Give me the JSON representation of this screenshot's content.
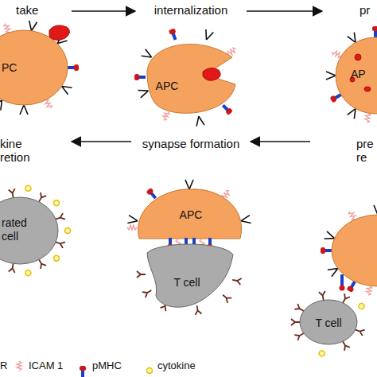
{
  "diagram": {
    "nodes": [
      {
        "text": [
          "take",
          "PC"
        ]
      },
      {
        "text": [
          "internalization",
          "APC"
        ]
      },
      {
        "text": [
          "pr",
          "AP"
        ]
      },
      {
        "text": [
          "kine retion",
          "rated cell"
        ]
      },
      {
        "text": [
          "synapse formation",
          "APC"
        ]
      },
      {
        "text": [
          "T cell"
        ]
      },
      {
        "text": [
          "pre re"
        ]
      },
      {
        "text": [
          "T cell"
        ]
      }
    ],
    "edges": [
      {
        "from": 0,
        "to": 1,
        "arrow": "to"
      },
      {
        "from": 1,
        "to": 2,
        "arrow": "to"
      },
      {
        "from": 6,
        "to": 4,
        "arrow": "to"
      },
      {
        "from": 4,
        "to": 3,
        "arrow": "to"
      }
    ],
    "legend": [
      {
        "text": "R"
      },
      {
        "text": "ICAM 1"
      },
      {
        "text": "pMHC"
      },
      {
        "text": "cytokine"
      }
    ]
  }
}
